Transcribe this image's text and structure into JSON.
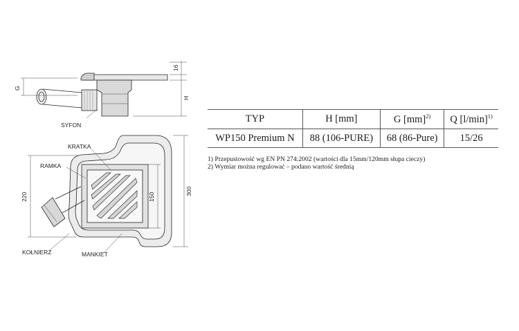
{
  "drawing": {
    "labels": {
      "syfon": "SYFON",
      "kratka": "KRATKA",
      "ramka": "RAMKA",
      "kolnierz": "KOŁNIERZ",
      "mankiet": "MANKIET"
    },
    "dimensions": {
      "d16": "16",
      "g": "G",
      "h": "H",
      "d220": "220",
      "d150": "150",
      "d300": "300"
    }
  },
  "table": {
    "headers": [
      {
        "text": "TYP",
        "sup": ""
      },
      {
        "text": "H [mm]",
        "sup": ""
      },
      {
        "text": "G [mm]",
        "sup": "2)"
      },
      {
        "text": "Q [l/min]",
        "sup": "1)"
      }
    ],
    "rows": [
      [
        "WP150 Premium N",
        "88 (106-PURE)",
        "68 (86-Pure)",
        "15/26"
      ]
    ]
  },
  "notes": [
    "1) Przepustowość wg EN PN 274:2002 (wartości dla 15mm/120mm słupa cieczy)",
    "2) Wymiar można regulować – podano wartość średnią"
  ]
}
